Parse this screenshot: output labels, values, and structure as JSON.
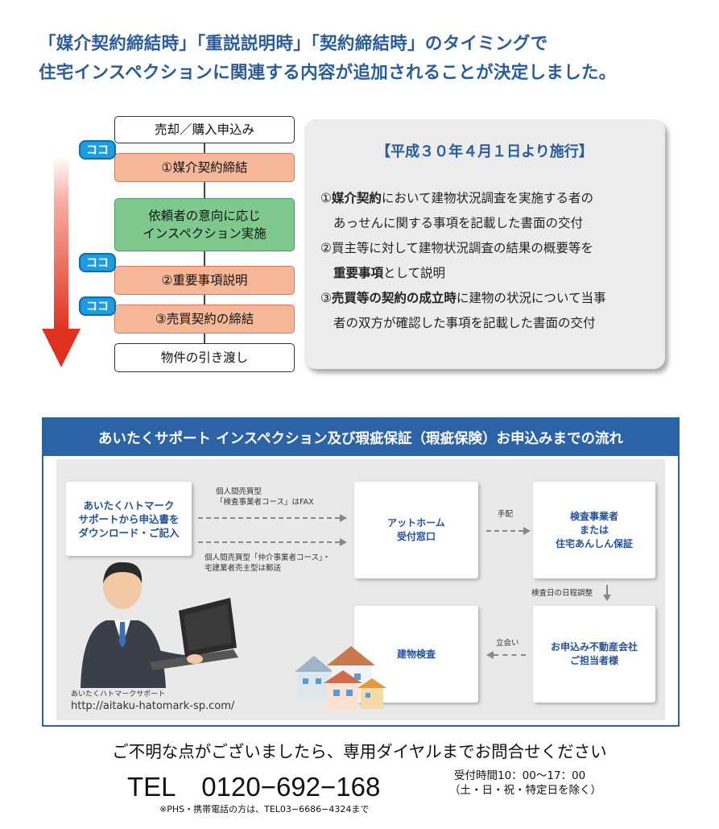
{
  "headline": {
    "line1": "「媒介契約締結時」「重説説明時」「契約締結時」のタイミングで",
    "line2": "住宅インスペクションに関連する内容が追加されることが決定しました。"
  },
  "steps": {
    "s1": "売却／購入申込み",
    "s2": "①媒介契約締結",
    "s3a": "依頼者の意向に応じ",
    "s3b": "インスペクション実施",
    "s4": "②重要事項説明",
    "s5": "③売買契約の締結",
    "s6": "物件の引き渡し",
    "koko": "ココ"
  },
  "info": {
    "title": "【平成３０年４月１日より施行】",
    "l1_bold": "媒介契約",
    "l1_pre": "①",
    "l1_rest": "において建物状況調査を実施する者の",
    "l2": "あっせんに関する事項を記載した書面の交付",
    "l3": "②買主等に対して建物状況調査の結果の概要等を",
    "l4_bold": "重要事項",
    "l4_rest": "として説明",
    "l5_pre": "③",
    "l5_bold": "売買等の契約の成立時",
    "l5_rest": "に建物の状況について当事",
    "l6": "者の双方が確認した事項を記載した書面の交付"
  },
  "flow": {
    "header": "あいたくサポート インスペクション及び瑕疵保証（瑕疵保険）お申込みまでの流れ",
    "box1_l1": "あいたくハトマーク",
    "box1_l2": "サポートから申込書を",
    "box1_l3": "ダウンロード・ご記入",
    "fax_l1": "個人間売買型",
    "fax_l2": "「検査事業者コース」はFAX",
    "mail_l1": "個人間売買型「仲介事業者コース」・",
    "mail_l2": "宅建業者売主型は郵送",
    "box2_l1": "アットホーム",
    "box2_l2": "受付窓口",
    "tehai": "手配",
    "box3_l1": "検査事業者",
    "box3_l2": "または",
    "box3_l3": "住宅あんしん保証",
    "schedule": "検査日の日程調整",
    "box4_l1": "お申込み不動産会社",
    "box4_l2": "ご担当者様",
    "tachiai": "立会い",
    "box5": "建物検査",
    "site_name": "あいたくハトマークサポート",
    "site_url": "http://aitaku-hatomark-sp.com/"
  },
  "footer": {
    "question": "ご不明な点がございましたら、専用ダイヤルまでお問合せください",
    "tel": "TEL　0120−692−168",
    "hours1": "受付時間10：00〜17：00",
    "hours2": "（土・日・祝・特定日を除く）",
    "phs": "※PHS・携帯電話の方は、TEL03−6686−4324まで"
  },
  "colors": {
    "headline": "#2a5c9a",
    "orange_step": "#f6b898",
    "green_step": "#7fc98f",
    "koko": "#1d9be3",
    "arrow": "#e0301e",
    "flow_header": "#2b63a6"
  }
}
